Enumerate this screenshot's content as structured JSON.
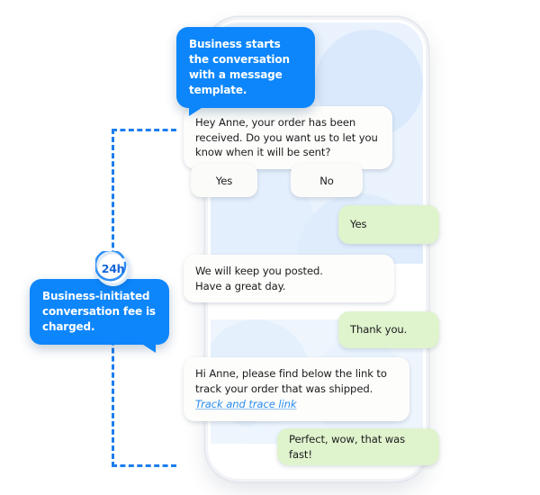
{
  "theme": {
    "accent_blue": "#0d86fb",
    "bubble_in": "#fdfdfb",
    "bubble_out": "#dff3cd",
    "screen_tint": "#e9f2fd",
    "link_blue": "#2b8cf0",
    "dash_blue": "#1a7ef0"
  },
  "annotations": {
    "top_callout": "Business starts the conversation with a message template.",
    "left_callout": "Business-initiated conversation fee is charged.",
    "timer_badge": "24h"
  },
  "conversation": {
    "messages": [
      {
        "id": "msg-received",
        "direction": "incoming",
        "text": "Hey Anne, your order has been received. Do you want us to let you know when it will be sent?"
      },
      {
        "id": "msg-yes-reply",
        "direction": "outgoing",
        "text": "Yes"
      },
      {
        "id": "msg-keep-posted",
        "direction": "incoming",
        "text": "We will keep you posted.\nHave a great day."
      },
      {
        "id": "msg-thank-you",
        "direction": "outgoing",
        "text": "Thank you."
      },
      {
        "id": "msg-track-link",
        "direction": "incoming",
        "text": "Hi Anne, please find below the link to track your order that was shipped.",
        "link_text": "Track and trace link"
      },
      {
        "id": "msg-perfect",
        "direction": "outgoing",
        "text": "Perfect, wow, that was fast!"
      }
    ],
    "quick_replies": [
      {
        "id": "quick-reply-yes",
        "label": "Yes"
      },
      {
        "id": "quick-reply-no",
        "label": "No"
      }
    ]
  }
}
